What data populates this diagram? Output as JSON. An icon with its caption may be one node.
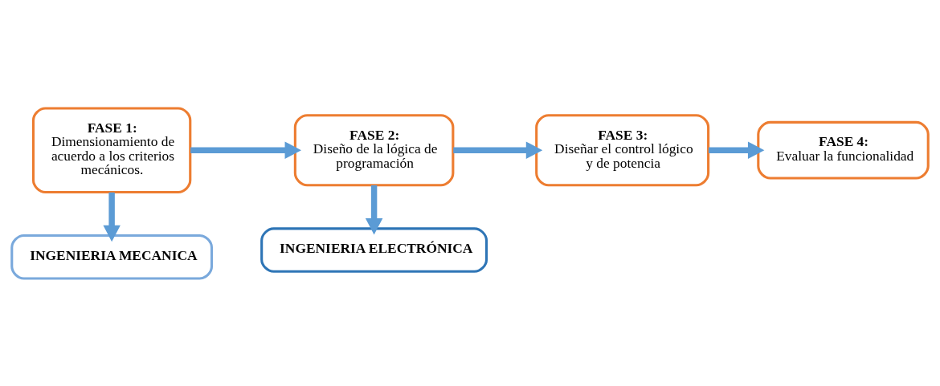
{
  "diagram": {
    "nodes": [
      {
        "text": [
          "INGENIERIA MECANICA"
        ]
      },
      {
        "text": [
          "FASE 1:",
          "Dimensionamiento de acuerdo a los criterios mecánicos."
        ]
      },
      {
        "text": [
          "FASE 2:",
          "Diseño de la lógica de programación"
        ]
      },
      {
        "text": [
          "FASE 3:",
          "Diseñar el control lógico y de potencia"
        ]
      },
      {
        "text": [
          "FASE 4:",
          "Evaluar la funcionalidad"
        ]
      },
      {
        "text": [
          "INGENIERIA ELECTRÓNICA"
        ]
      }
    ],
    "edges": [
      {
        "from": 1,
        "to": 0,
        "arrow": "to"
      },
      {
        "from": 1,
        "to": 2,
        "arrow": "to"
      },
      {
        "from": 2,
        "to": 3,
        "arrow": "to"
      },
      {
        "from": 3,
        "to": 4,
        "arrow": "to"
      },
      {
        "from": 2,
        "to": 5,
        "arrow": "to"
      }
    ]
  }
}
